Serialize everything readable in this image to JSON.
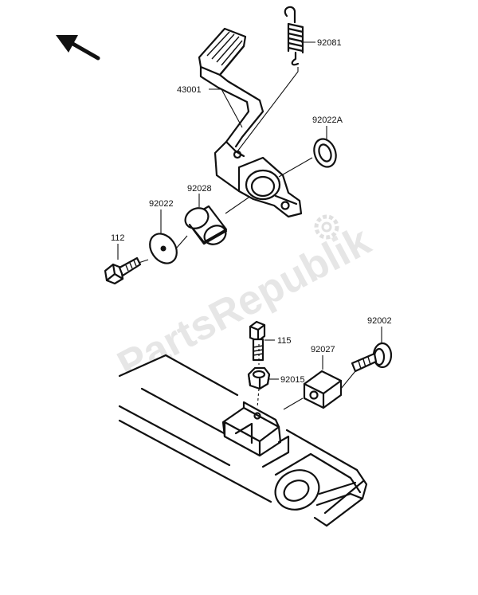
{
  "watermark": "PartsRepublik",
  "callouts": {
    "spring": "92081",
    "pedal": "43001",
    "washer_a": "92022A",
    "collar": "92028",
    "washer": "92022",
    "bolt_pedal": "112",
    "bolt_top": "115",
    "bolt_side": "92002",
    "nut": "92015",
    "block": "92027"
  },
  "icons": {
    "direction": "front-direction-arrow-icon",
    "gear": "gear-icon"
  }
}
